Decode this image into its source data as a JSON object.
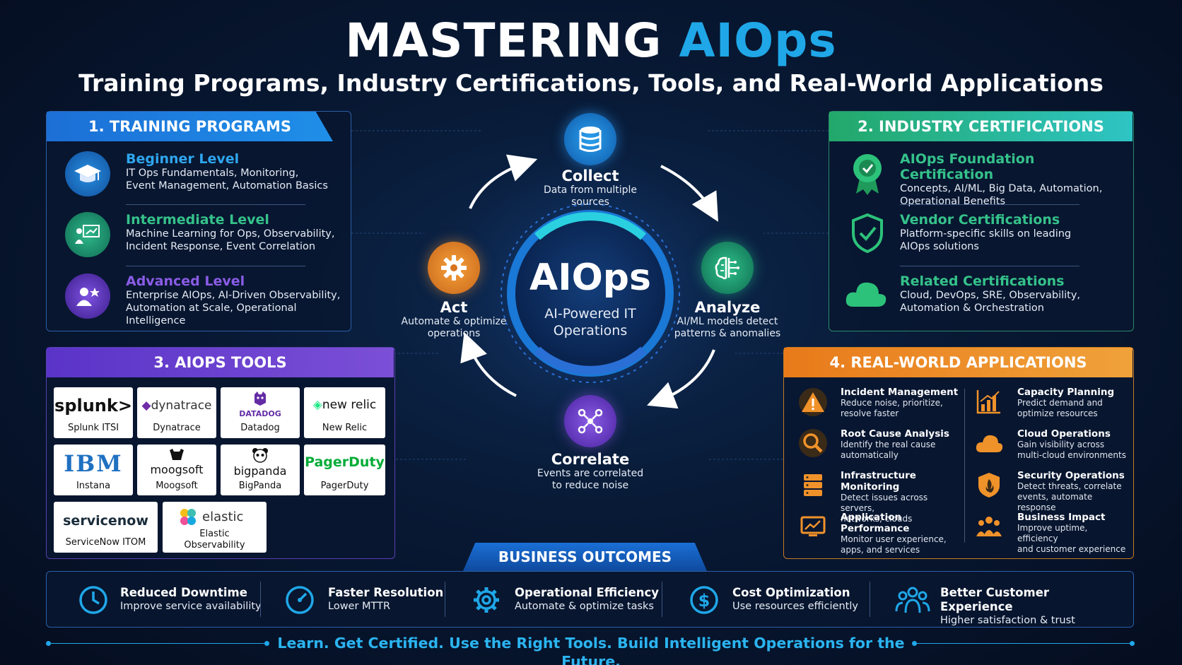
{
  "title": {
    "part1": "MASTERING ",
    "part2": "AIOps"
  },
  "subtitle": "Training Programs, Industry Certifications, Tools, and Real-World Applications",
  "training": {
    "header": "1. TRAINING PROGRAMS",
    "items": [
      {
        "title": "Beginner Level",
        "line1": "IT Ops Fundamentals, Monitoring,",
        "line2": "Event Management, Automation Basics",
        "color": "#2fa6ee"
      },
      {
        "title": "Intermediate Level",
        "line1": "Machine Learning for Ops, Observability,",
        "line2": "Incident Response, Event Correlation",
        "color": "#35c28a"
      },
      {
        "title": "Advanced Level",
        "line1": "Enterprise AIOps, AI-Driven Observability,",
        "line2": "Automation at Scale, Operational Intelligence",
        "color": "#8a5ce6"
      }
    ]
  },
  "certifications": {
    "header": "2. INDUSTRY CERTIFICATIONS",
    "items": [
      {
        "title": "AIOps Foundation Certification",
        "line1": "Concepts, AI/ML, Big Data, Automation,",
        "line2": "Operational Benefits"
      },
      {
        "title": "Vendor Certifications",
        "line1": "Platform-specific skills on leading",
        "line2": "AIOps solutions"
      },
      {
        "title": "Related Certifications",
        "line1": "Cloud, DevOps, SRE, Observability,",
        "line2": "Automation & Orchestration"
      }
    ]
  },
  "tools": {
    "header": "3. AIOPS TOOLS",
    "cards": [
      {
        "logo": "splunk>",
        "label": "Splunk ITSI"
      },
      {
        "logo": "dynatrace",
        "label": "Dynatrace"
      },
      {
        "logo": "DATADOG",
        "label": "Datadog"
      },
      {
        "logo": "new relic",
        "label": "New Relic"
      },
      {
        "logo": "IBM",
        "label": "Instana"
      },
      {
        "logo": "moogsoft",
        "label": "Moogsoft"
      },
      {
        "logo": "bigpanda",
        "label": "BigPanda"
      },
      {
        "logo": "PagerDuty",
        "label": "PagerDuty"
      },
      {
        "logo": "servicenow",
        "label": "ServiceNow ITOM"
      },
      {
        "logo": "elastic",
        "label": "Elastic",
        "label2": "Observability"
      }
    ]
  },
  "applications": {
    "header": "4. REAL-WORLD APPLICATIONS",
    "items": [
      {
        "title": "Incident Management",
        "line1": "Reduce noise, prioritize,",
        "line2": "resolve faster"
      },
      {
        "title": "Capacity Planning",
        "line1": "Predict demand and",
        "line2": "optimize resources"
      },
      {
        "title": "Root Cause Analysis",
        "line1": "Identify the real cause",
        "line2": "automatically"
      },
      {
        "title": "Cloud Operations",
        "line1": "Gain visibility across",
        "line2": "multi-cloud environments"
      },
      {
        "title": "Infrastructure Monitoring",
        "line1": "Detect issues across servers,",
        "line2": "networks, clouds"
      },
      {
        "title": "Security Operations",
        "line1": "Detect threats, correlate",
        "line2": "events, automate response"
      },
      {
        "title": "Application Performance",
        "line1": "Monitor user experience,",
        "line2": "apps, and services"
      },
      {
        "title": "Business Impact",
        "line1": "Improve uptime, efficiency",
        "line2": "and customer experience"
      }
    ]
  },
  "cycle": {
    "center_title": "AIOps",
    "center_line1": "AI-Powered IT",
    "center_line2": "Operations",
    "collect": {
      "title": "Collect",
      "line1": "Data from multiple",
      "line2": "sources"
    },
    "analyze": {
      "title": "Analyze",
      "line1": "AI/ML models detect",
      "line2": "patterns & anomalies"
    },
    "correlate": {
      "title": "Correlate",
      "line1": "Events are correlated",
      "line2": "to reduce noise"
    },
    "act": {
      "title": "Act",
      "line1": "Automate & optimize",
      "line2": "operations"
    }
  },
  "outcomes": {
    "header": "BUSINESS OUTCOMES",
    "items": [
      {
        "title": "Reduced Downtime",
        "desc": "Improve service availability"
      },
      {
        "title": "Faster Resolution",
        "desc": "Lower MTTR"
      },
      {
        "title": "Operational Efficiency",
        "desc": "Automate & optimize tasks"
      },
      {
        "title": "Cost Optimization",
        "desc": "Use resources efficiently"
      },
      {
        "title": "Better Customer Experience",
        "desc": "Higher satisfaction & trust"
      }
    ]
  },
  "footer": "Learn. Get Certified. Use the Right Tools. Build Intelligent Operations for the Future.",
  "colors": {
    "blue": "#1fa7e8",
    "green": "#35c28a",
    "purple": "#7b4fd6",
    "orange": "#f0922a",
    "cyan": "#2ed3d3"
  }
}
